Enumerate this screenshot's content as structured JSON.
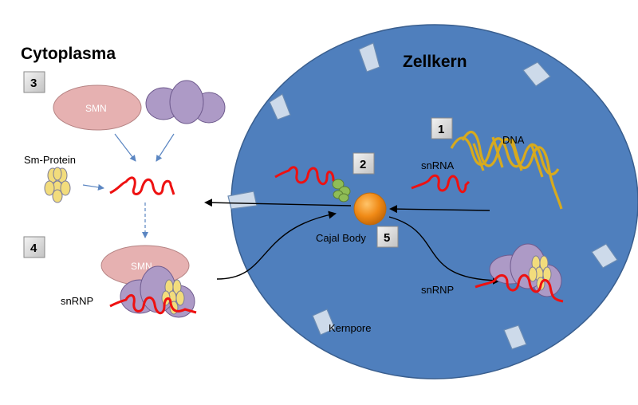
{
  "labels": {
    "cytoplasm": "Cytoplasma",
    "nucleus": "Zellkern",
    "smn_top": "SMN",
    "smn_bottom": "SMN",
    "sm_protein": "Sm-Protein",
    "snrnp_left": "snRNP",
    "snrnp_right": "snRNP",
    "snrna": "snRNA",
    "dna": "DNA",
    "cajal_body": "Cajal Body",
    "kernpore": "Kernpore"
  },
  "steps": [
    "1",
    "2",
    "3",
    "4",
    "5"
  ],
  "colors": {
    "background": "#ffffff",
    "nucleus_fill": "#4f7fbd",
    "nucleus_stroke": "#3a5f8f",
    "smn_fill": "#e6b1b1",
    "purple_protein": "#ad9ac6",
    "sm_protein": "#f2dc7c",
    "rna": "#ee1111",
    "dna": "#d7aa1e",
    "cajal_body": "#f08a16",
    "green_protein": "#8fbd56",
    "pore": "#cddaea",
    "step_box": "#d6d6d6"
  },
  "icons": [
    "smn-protein",
    "purple-protein-complex",
    "sm-protein-ring",
    "rna-strand",
    "dna-helix",
    "cajal-body-sphere",
    "nuclear-pore"
  ]
}
